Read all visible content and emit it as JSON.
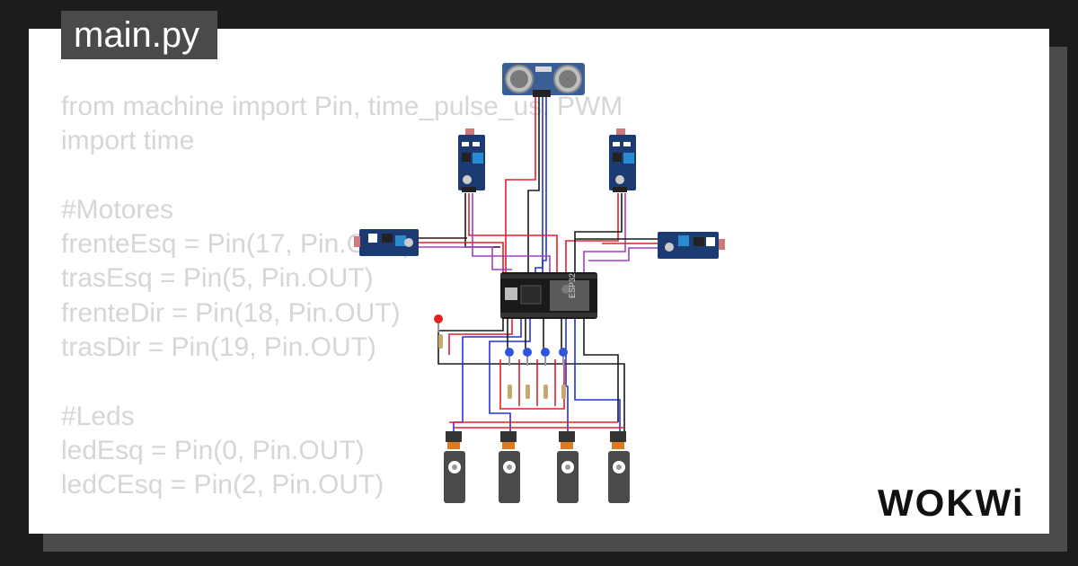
{
  "file_tab": {
    "name": "main.py"
  },
  "code_lines": [
    "from machine import Pin, time_pulse_us, PWM",
    "import time",
    "",
    "#Motores",
    "frenteEsq = Pin(17, Pin.OUT)",
    "trasEsq = Pin(5, Pin.OUT)",
    "frenteDir = Pin(18, Pin.OUT)",
    "trasDir = Pin(19, Pin.OUT)",
    "",
    "#Leds",
    "ledEsq = Pin(0, Pin.OUT)",
    "ledCEsq = Pin(2, Pin.OUT)"
  ],
  "board": {
    "label": "ESP32"
  },
  "brand": {
    "logo": "WOKWi"
  },
  "colors": {
    "wire_red": "#e0202a",
    "wire_blue": "#2233dd",
    "wire_black": "#1a1a1a",
    "wire_purple": "#a040c0",
    "sensor_blue": "#1d3b73",
    "servo": "#4a4a4a"
  },
  "icons": [
    "ultrasonic-sensor-icon",
    "ir-sensor-icon",
    "esp32-board-icon",
    "led-icon",
    "resistor-icon",
    "servo-motor-icon"
  ]
}
